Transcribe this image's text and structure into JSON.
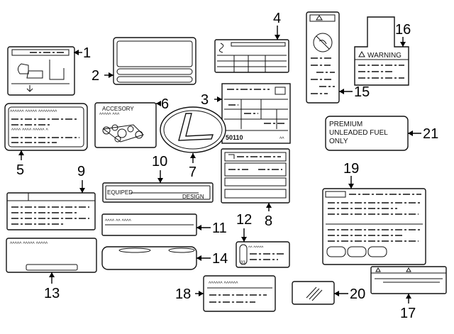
{
  "colors": {
    "ink": "#111111",
    "background": "#ffffff"
  },
  "callouts": [
    "1",
    "2",
    "3",
    "4",
    "5",
    "6",
    "7",
    "8",
    "9",
    "10",
    "11",
    "12",
    "13",
    "14",
    "15",
    "16",
    "17",
    "18",
    "19",
    "20",
    "21"
  ],
  "labels": {
    "accesory": "ACCESORY",
    "accesory_wave": "^^^^^  ^^^",
    "code": "50110",
    "warning": "WARNING",
    "equiped": "EQUIPED",
    "design": "DESIGN",
    "label11_text": "^^^^ ^^ ^^^^",
    "label12_text": "^^  ^^^^^",
    "label12_small": "33",
    "label13_text": "^^^^^  ^^^^^  ^^^^^",
    "label18_text": "^^^^^^   ^^^^^^",
    "fuel_line1": "PREMIUM",
    "fuel_line2": "UNLEADED FUEL",
    "fuel_line3": "ONLY"
  }
}
